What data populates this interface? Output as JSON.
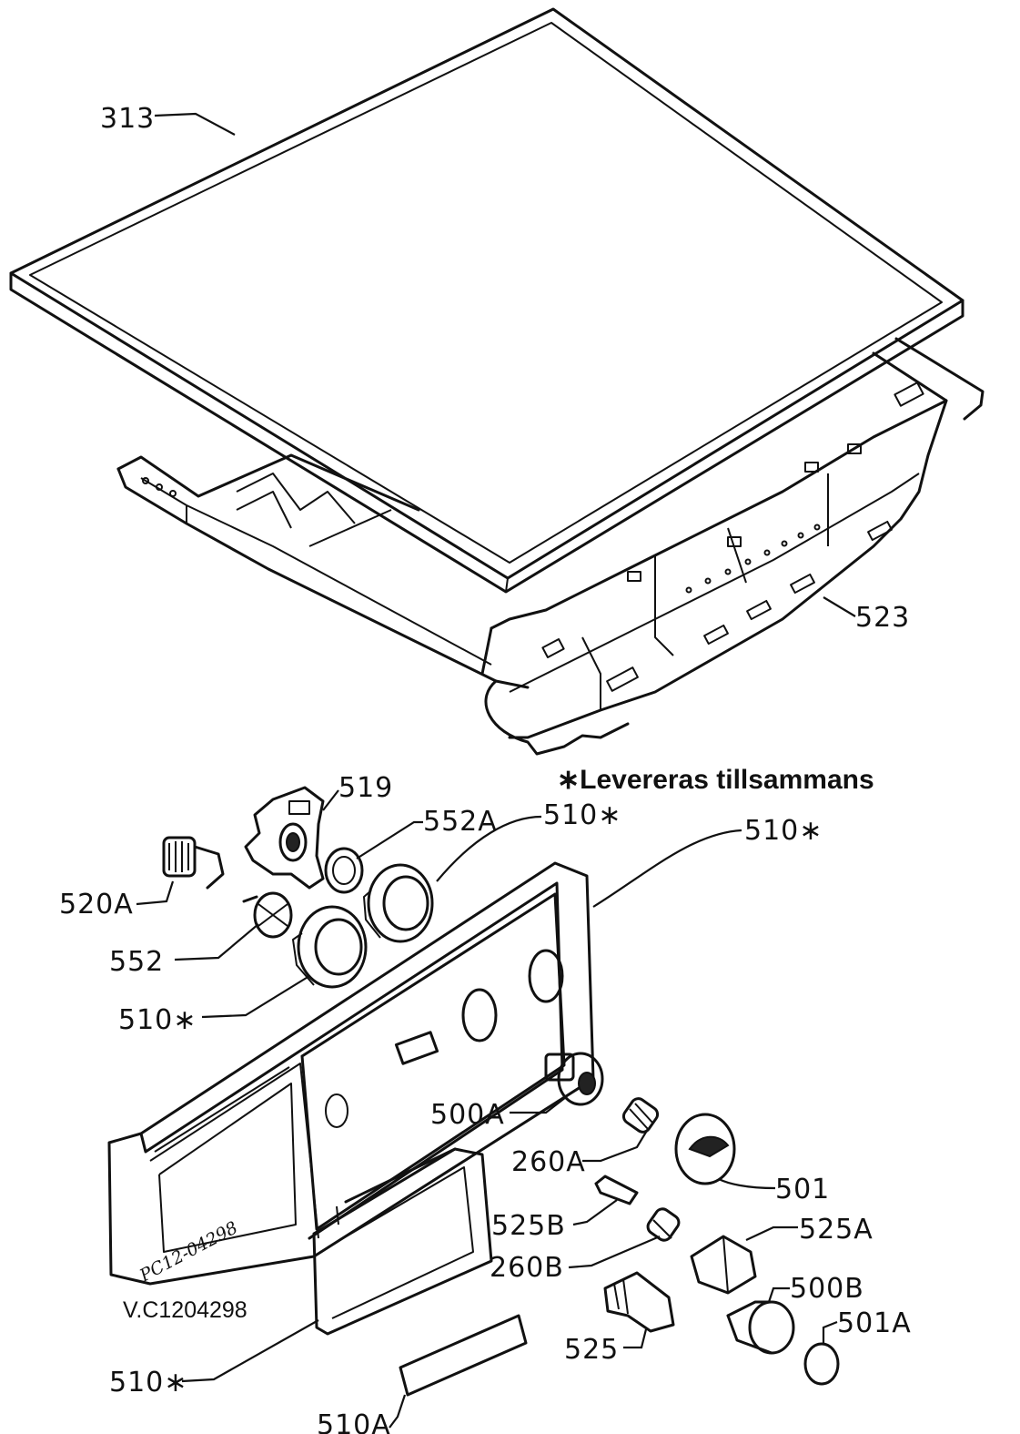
{
  "note": "∗Levereras tillsammans",
  "drawing_code": "V.C1204298",
  "handwritten_code": "PC12-04298",
  "labels": {
    "l313": "313",
    "l523": "523",
    "l519": "519",
    "l552A": "552A",
    "l510_a": "510∗",
    "l510_b": "510∗",
    "l520A": "520A",
    "l552": "552",
    "l510_c": "510∗",
    "l500A": "500A",
    "l260A": "260A",
    "l501": "501",
    "l525B": "525B",
    "l525A": "525A",
    "l260B": "260B",
    "l500B": "500B",
    "l501A": "501A",
    "l525": "525",
    "l510_d": "510∗",
    "l510A": "510A"
  }
}
